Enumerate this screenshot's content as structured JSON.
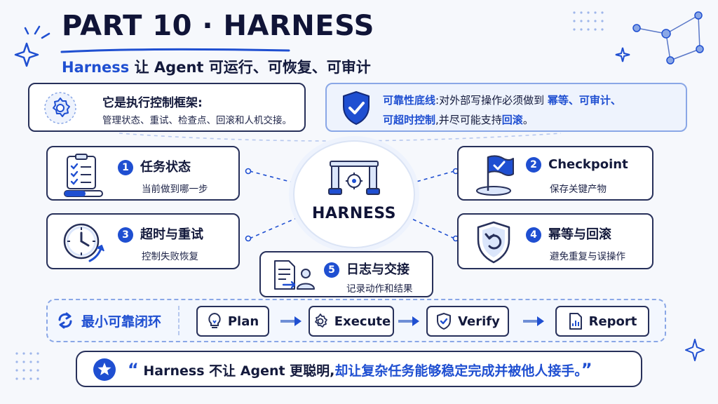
{
  "header": {
    "title": "PART 10 · HARNESS",
    "subtitle_hl": "Harness",
    "subtitle_mid": " 让 ",
    "subtitle_agent": "Agent",
    "subtitle_rest": " 可运行、可恢复、可审计"
  },
  "info_left": {
    "title": "它是执行控制框架:",
    "desc": "管理状态、重试、检查点、回滚和人机交接。"
  },
  "info_right": {
    "lead": "可靠性底线",
    "text1": ":对外部写操作必须做到 ",
    "hl1": "幂等、可审计、",
    "hl2": "可超时控制",
    "text2": ",并尽可能支持",
    "hl3": "回滚",
    "text3": "。"
  },
  "center": {
    "label": "HARNESS"
  },
  "features": [
    {
      "num": "1",
      "title": "任务状态",
      "desc": "当前做到哪一步"
    },
    {
      "num": "2",
      "title": "Checkpoint",
      "desc": "保存关键产物"
    },
    {
      "num": "3",
      "title": "超时与重试",
      "desc": "控制失败恢复"
    },
    {
      "num": "4",
      "title": "幂等与回滚",
      "desc": "避免重复与误操作"
    },
    {
      "num": "5",
      "title": "日志与交接",
      "desc": "记录动作和结果"
    }
  ],
  "loop": {
    "label": "最小可靠闭环",
    "steps": [
      "Plan",
      "Execute",
      "Verify",
      "Report"
    ]
  },
  "quote": {
    "open": "“",
    "part1": "Harness 不让 Agent 更聪明,",
    "part2": "却让复杂任务能够稳定完成并被他人接手。",
    "close": "”"
  },
  "colors": {
    "accent": "#1f4fd1",
    "ink": "#141a3c",
    "panel": "#eef3fd"
  },
  "icons": [
    "sparkle-icon",
    "gear-icon",
    "shield-check-icon",
    "checklist-icon",
    "flag-icon",
    "clock-icon",
    "shield-undo-icon",
    "log-person-icon",
    "refresh-icon",
    "lightbulb-icon",
    "shield-check-small-icon",
    "report-icon",
    "star-icon",
    "network-icon",
    "gate-icon"
  ]
}
